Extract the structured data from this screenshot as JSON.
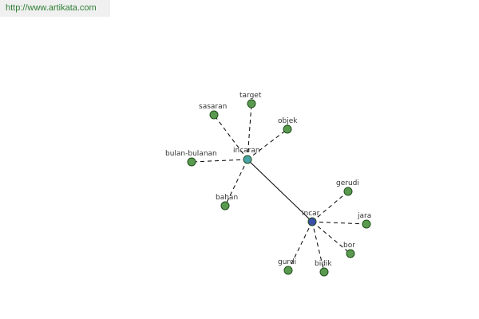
{
  "banner": {
    "url_text": "http://www.artikata.com"
  },
  "colors": {
    "leaf_node": "#5a9a4f",
    "leaf_stroke": "#1f4d1c",
    "hub_incaran": "#4aa3a8",
    "hub_incar": "#3b4fa8",
    "edge": "#000000"
  },
  "graph": {
    "nodes": [
      {
        "id": "incaran",
        "label": "incaran",
        "kind": "hub"
      },
      {
        "id": "incar",
        "label": "incar",
        "kind": "hub"
      },
      {
        "id": "target",
        "label": "target",
        "kind": "leaf"
      },
      {
        "id": "sasaran",
        "label": "sasaran",
        "kind": "leaf"
      },
      {
        "id": "objek",
        "label": "objek",
        "kind": "leaf"
      },
      {
        "id": "bulan-bulanan",
        "label": "bulan-bulanan",
        "kind": "leaf"
      },
      {
        "id": "bahan",
        "label": "bahan",
        "kind": "leaf"
      },
      {
        "id": "gerudi",
        "label": "gerudi",
        "kind": "leaf"
      },
      {
        "id": "jara",
        "label": "jara",
        "kind": "leaf"
      },
      {
        "id": "bor",
        "label": "bor",
        "kind": "leaf"
      },
      {
        "id": "gurdi",
        "label": "gurdi",
        "kind": "leaf"
      },
      {
        "id": "bidik",
        "label": "bidik",
        "kind": "leaf"
      }
    ],
    "edges": [
      {
        "from": "incaran",
        "to": "incar",
        "style": "solid"
      },
      {
        "from": "incaran",
        "to": "target",
        "style": "dashed"
      },
      {
        "from": "incaran",
        "to": "sasaran",
        "style": "dashed"
      },
      {
        "from": "incaran",
        "to": "objek",
        "style": "dashed"
      },
      {
        "from": "incaran",
        "to": "bulan-bulanan",
        "style": "dashed"
      },
      {
        "from": "incaran",
        "to": "bahan",
        "style": "dashed"
      },
      {
        "from": "incar",
        "to": "gerudi",
        "style": "dashed"
      },
      {
        "from": "incar",
        "to": "jara",
        "style": "dashed"
      },
      {
        "from": "incar",
        "to": "bor",
        "style": "dashed"
      },
      {
        "from": "incar",
        "to": "gurdi",
        "style": "dashed"
      },
      {
        "from": "incar",
        "to": "bidik",
        "style": "dashed"
      }
    ]
  }
}
